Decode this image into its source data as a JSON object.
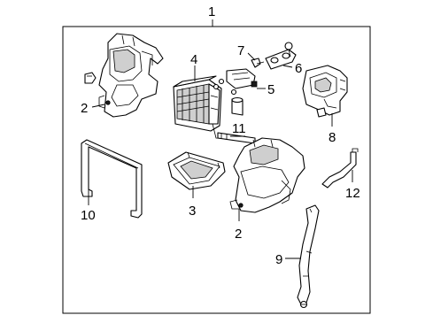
{
  "callouts": {
    "c1": "1",
    "c2a": "2",
    "c2b": "2",
    "c3": "3",
    "c4": "4",
    "c5": "5",
    "c6": "6",
    "c7": "7",
    "c8": "8",
    "c9": "9",
    "c10": "10",
    "c11": "11",
    "c12": "12"
  },
  "colors": {
    "line": "#000000",
    "background": "#ffffff",
    "shade": "#cfcfcf"
  }
}
